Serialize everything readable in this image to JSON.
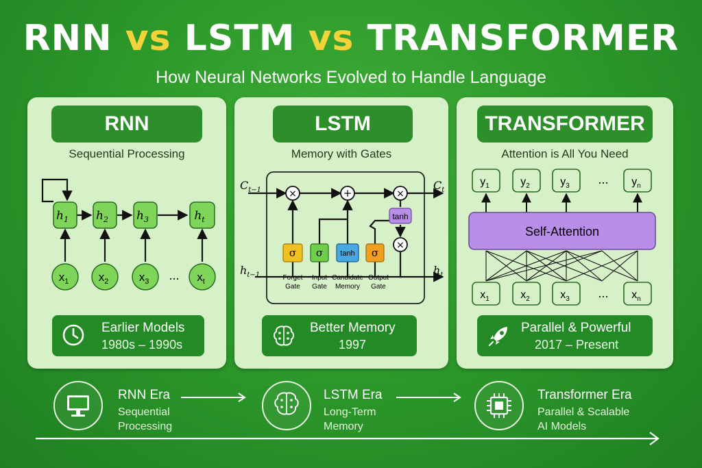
{
  "header": {
    "title_rnn": "RNN",
    "title_vs1": "vs",
    "title_lstm": "LSTM",
    "title_vs2": "vs",
    "title_transformer": "TRANSFORMER",
    "subtitle": "How Neural Networks Evolved to Handle Language"
  },
  "colors": {
    "background": "#2e9a2b",
    "panel": "#d6f0c8",
    "accent_green": "#2c8f2a",
    "vs_yellow": "#f2d43a",
    "attention_purple": "#b98ee8",
    "sigma_orange": "#f0c020",
    "tanh_blue": "#4aa8e0"
  },
  "panels": {
    "rnn": {
      "title": "RNN",
      "subtitle": "Sequential Processing",
      "hidden": [
        "h",
        "h",
        "h",
        "h"
      ],
      "hidden_sub": [
        "1",
        "2",
        "3",
        "t"
      ],
      "inputs": [
        "x",
        "x",
        "x",
        "x"
      ],
      "inputs_sub": [
        "1",
        "2",
        "3",
        "t"
      ],
      "ellipsis": "...",
      "caption_title": "Earlier Models",
      "caption_sub": "1980s – 1990s",
      "caption_icon": "clock-icon"
    },
    "lstm": {
      "title": "LSTM",
      "subtitle": "Memory with Gates",
      "c_in": "C",
      "c_in_sub": "t−1",
      "c_out": "C",
      "c_out_sub": "t",
      "h_in": "h",
      "h_in_sub": "t−1",
      "h_out": "h",
      "h_out_sub": "t",
      "op_multiply": "×",
      "op_add": "+",
      "gate_sigma": "σ",
      "gate_tanh": "tanh",
      "gate_labels": [
        [
          "Forget",
          "Gate"
        ],
        [
          "Input",
          "Gate"
        ],
        [
          "Candidate",
          "Memory"
        ],
        [
          "Output",
          "Gate"
        ]
      ],
      "caption_title": "Better Memory",
      "caption_sub": "1997",
      "caption_icon": "brain-icon"
    },
    "transformer": {
      "title": "TRANSFORMER",
      "subtitle": "Attention is All You Need",
      "outputs": [
        "y",
        "y",
        "y",
        "y"
      ],
      "outputs_sub": [
        "1",
        "2",
        "3",
        "n"
      ],
      "inputs": [
        "x",
        "x",
        "x",
        "x"
      ],
      "inputs_sub": [
        "1",
        "2",
        "3",
        "n"
      ],
      "ellipsis": "...",
      "attention_label": "Self-Attention",
      "caption_title": "Parallel & Powerful",
      "caption_sub": "2017 – Present",
      "caption_icon": "rocket-icon"
    }
  },
  "timeline": {
    "eras": [
      {
        "title": "RNN Era",
        "desc_1": "Sequential",
        "desc_2": "Processing",
        "icon": "monitor-icon"
      },
      {
        "title": "LSTM Era",
        "desc_1": "Long-Term",
        "desc_2": "Memory",
        "icon": "brain-icon"
      },
      {
        "title": "Transformer Era",
        "desc_1": "Parallel & Scalable",
        "desc_2": "AI Models",
        "icon": "chip-icon"
      }
    ]
  }
}
